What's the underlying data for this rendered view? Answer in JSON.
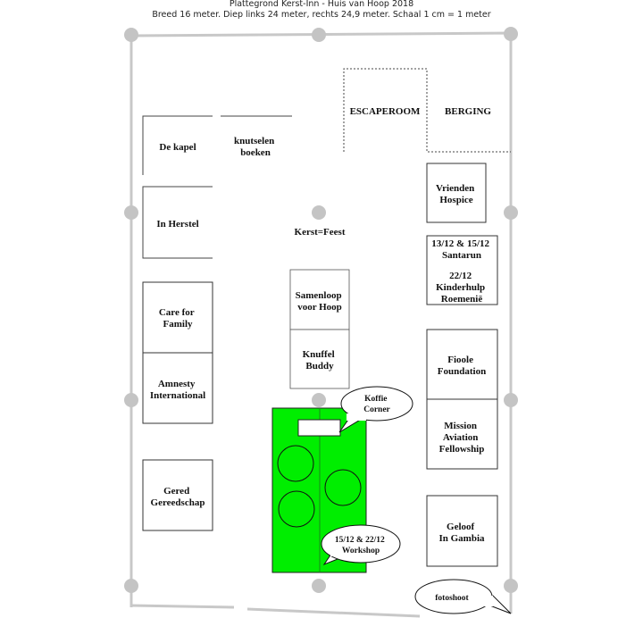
{
  "header": {
    "title": "Plattegrond Kerst-Inn - Huis van Hoop 2018",
    "subtitle": "Breed 16 meter. Diep links 24 meter, rechts 24,9 meter. Schaal 1 cm = 1 meter"
  },
  "rooms": {
    "de_kapel": [
      "De kapel"
    ],
    "knutselen": [
      "knutselen",
      "boeken"
    ],
    "escaperoom": [
      "ESCAPEROOM"
    ],
    "berging": [
      "BERGING"
    ],
    "in_herstel": [
      "In Herstel"
    ],
    "kerst_feest": [
      "Kerst=Feest"
    ],
    "vrienden_hospice": [
      "Vrienden",
      "Hospice"
    ],
    "santarun": [
      "13/12 & 15/12",
      "Santarun"
    ],
    "kinderhulp": [
      "22/12",
      "Kinderhulp",
      "Roemenië"
    ],
    "care_for_family": [
      "Care for",
      "Family"
    ],
    "samenloop": [
      "Samenloop",
      "voor Hoop"
    ],
    "knuffel_buddy": [
      "Knuffel",
      "Buddy"
    ],
    "amnesty": [
      "Amnesty",
      "International"
    ],
    "fioole": [
      "Fioole",
      "Foundation"
    ],
    "mission_aviation": [
      "Mission",
      "Aviation",
      "Fellowship"
    ],
    "gered_gereedschap": [
      "Gered",
      "Gereedschap"
    ],
    "geloof_gambia": [
      "Geloof",
      "In Gambia"
    ]
  },
  "bubbles": {
    "koffie_corner": [
      "Koffie",
      "Corner"
    ],
    "workshop": [
      "15/12 & 22/12",
      "Workshop"
    ],
    "fotoshoot": [
      "fotoshoot"
    ]
  },
  "colors": {
    "green_area": "#00ee00",
    "wall": "#c8c8c8"
  }
}
